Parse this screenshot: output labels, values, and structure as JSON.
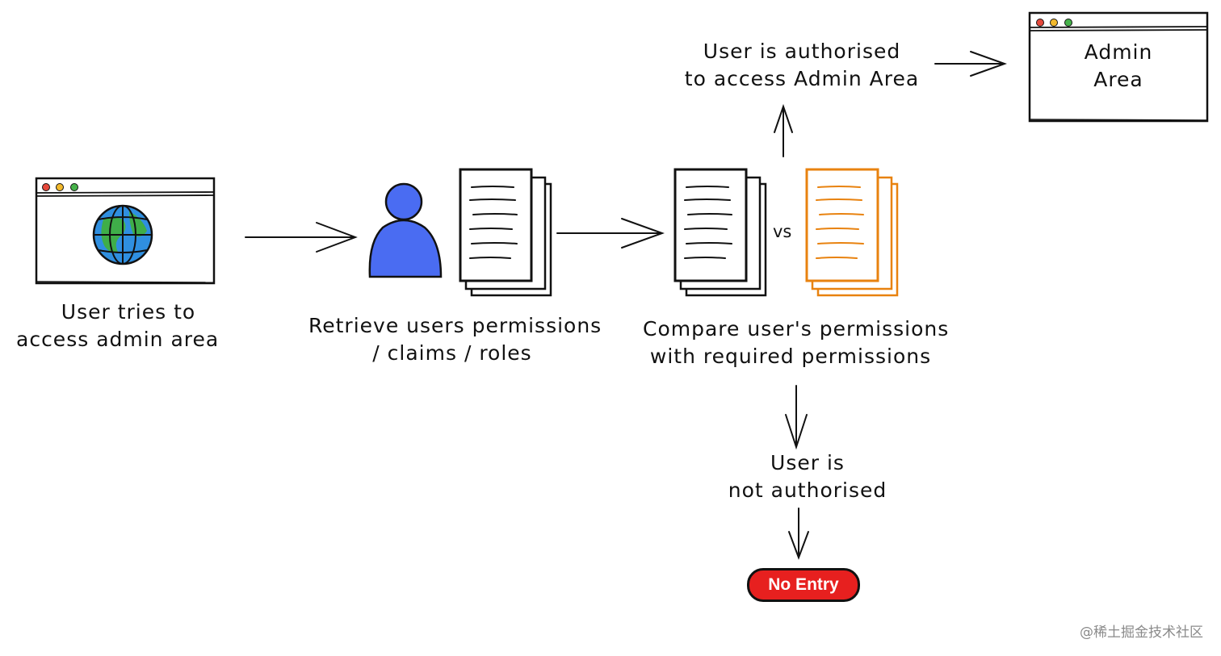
{
  "steps": {
    "user_tries": [
      "User tries to",
      "access admin area"
    ],
    "retrieve": [
      "Retrieve users permissions",
      "/ claims / roles"
    ],
    "compare": [
      "Compare user's permissions",
      "with required permissions"
    ],
    "authorised": [
      "User is authorised",
      "to access Admin Area"
    ],
    "not_authorised": [
      "User is",
      "not authorised"
    ]
  },
  "admin_window": [
    "Admin",
    "Area"
  ],
  "vs_label": "vs",
  "no_entry_label": "No Entry",
  "watermark": "@稀土掘金技术社区",
  "colors": {
    "stroke": "#111111",
    "user_avatar": "#4a6cf2",
    "required_docs": "#e8820f",
    "no_entry": "#e7201f",
    "globe_ocean": "#2f8fe0",
    "globe_land": "#3fae49",
    "dot_red": "#e5483b",
    "dot_yellow": "#f2b92c",
    "dot_green": "#46b24a"
  },
  "icons": [
    "browser-window-icon",
    "globe-icon",
    "user-avatar-icon",
    "document-stack-icon",
    "required-permissions-document-icon",
    "admin-window-icon"
  ]
}
